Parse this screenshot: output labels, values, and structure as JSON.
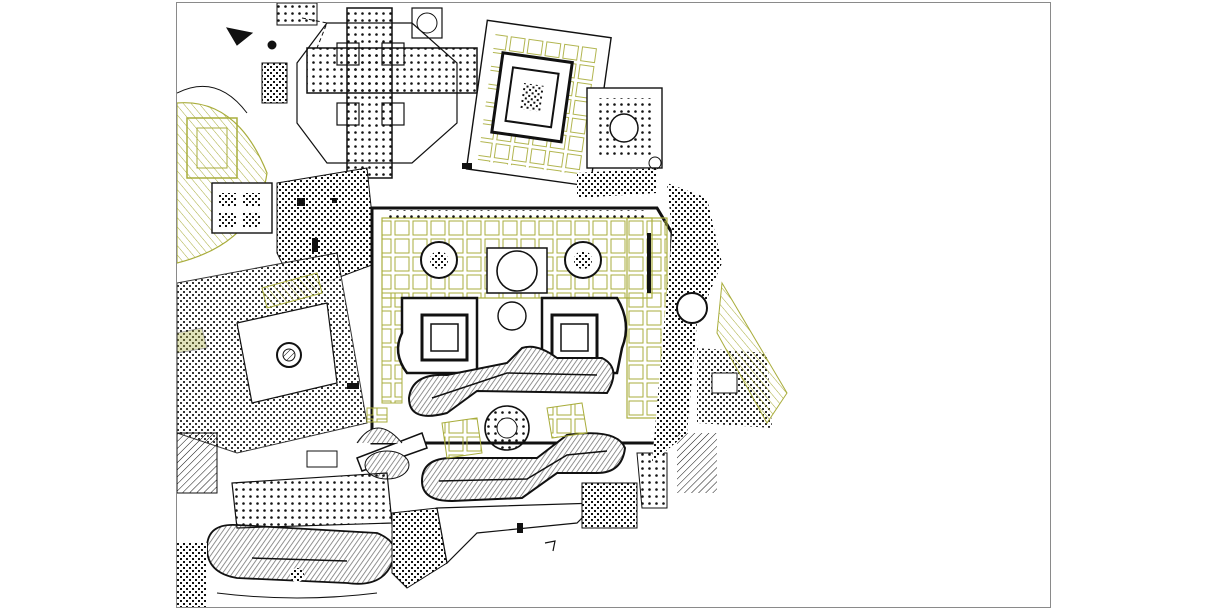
{
  "drawing": {
    "type": "architectural site plan",
    "text_labels": []
  },
  "palette": {
    "background": "#ffffff",
    "linework": "#111111",
    "garden_linework": "#a9ad3c",
    "hatch_grey": "#7a7a7a",
    "sheet_border": "#8a8a8a"
  },
  "layers": {
    "visible": [
      "buildings",
      "gardens",
      "race-tracks",
      "hatching"
    ]
  }
}
